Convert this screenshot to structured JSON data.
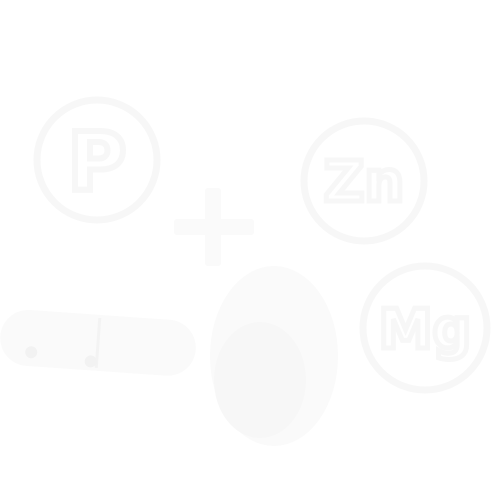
{
  "colors": {
    "background": "#ffffff",
    "outline": "#f7f7f7",
    "fill": "#fafafa"
  },
  "elements": {
    "phosphorus": {
      "symbol": "P",
      "icon": "circle-letter-p-icon"
    },
    "zinc": {
      "symbol": "Zn",
      "icon": "circle-letters-zn-icon"
    },
    "magnesium": {
      "symbol": "Mg",
      "icon": "circle-letters-mg-icon"
    }
  },
  "icons": {
    "plus": "plus-icon",
    "capsule": "pill-capsule-icon",
    "tablet": "round-tablet-icon"
  }
}
